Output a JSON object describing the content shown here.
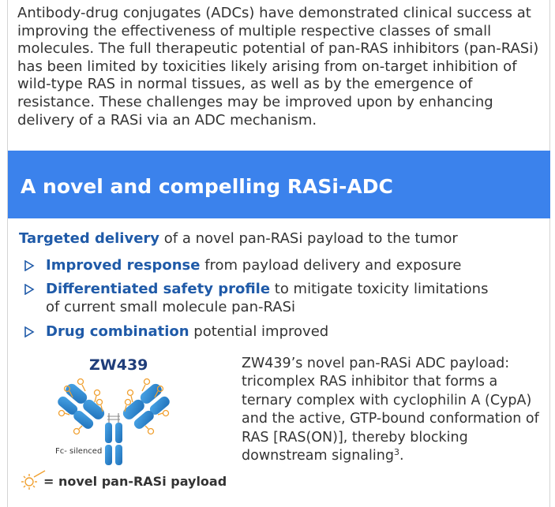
{
  "intro": {
    "text": "Antibody-drug conjugates (ADCs) have demonstrated clinical success at improving the effectiveness of multiple respective classes of small molecules. The full therapeutic potential of pan-RAS inhibitors (pan-RASi) has been limited by toxicities likely arising from on-target inhibition of wild-type RAS in normal tissues, as well as by the emergence of resistance. These challenges may be improved upon by enhancing delivery of a RASi via an ADC mechanism."
  },
  "banner": {
    "title": "A novel and compelling RASi-ADC"
  },
  "lead": {
    "highlight": "Targeted delivery",
    "rest": " of a novel pan-RASi payload to the tumor"
  },
  "bullets": [
    {
      "highlight": "Improved response",
      "rest": " from payload delivery and exposure"
    },
    {
      "highlight": "Differentiated safety profile",
      "rest": " to mitigate toxicity limitations",
      "line2": "of current small molecule pan-RASi"
    },
    {
      "highlight": "Drug combination",
      "rest": " potential improved"
    }
  ],
  "figure": {
    "title": "ZW439",
    "fc_label": "Fc- silenced",
    "legend": "= novel pan-RASi payload"
  },
  "payload_description": {
    "text": "ZW439’s novel pan-RASi ADC payload: tricomplex RAS inhibitor that forms a ternary complex with cyclophilin A (CypA) and the active, GTP-bound conformation of RAS [RAS(ON)], thereby blocking downstream signaling",
    "superscript": "3",
    "end": "."
  },
  "colors": {
    "banner": "#3b82ec",
    "highlight": "#1f5aa8",
    "antibody": "#2f8fd8",
    "payload": "#f0a030"
  }
}
